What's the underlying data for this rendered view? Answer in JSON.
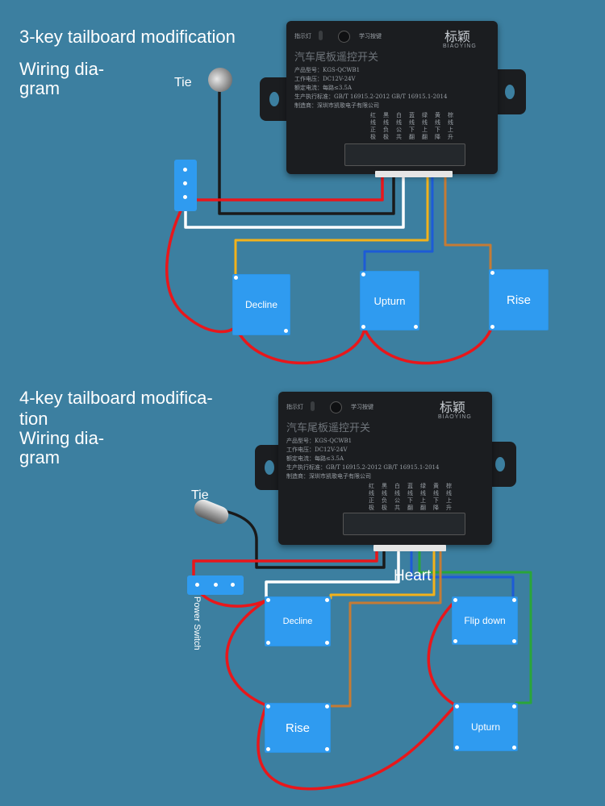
{
  "diagram1": {
    "title": "3-key tailboard modification",
    "subtitle_line1": "Wiring dia-",
    "subtitle_line2": "gram",
    "tie_label": "Tie",
    "keys": {
      "decline": "Decline",
      "upturn": "Upturn",
      "rise": "Rise"
    }
  },
  "diagram2": {
    "title_line1": "4-key tailboard modifica-",
    "title_line2": "tion",
    "subtitle_line1": "Wiring dia-",
    "subtitle_line2": "gram",
    "tie_label": "Tie",
    "heart_label": "Heart",
    "power_switch_label": "Power Switch",
    "keys": {
      "decline": "Decline",
      "flip_down": "Flip down",
      "rise": "Rise",
      "upturn": "Upturn"
    }
  },
  "module": {
    "indicator_label": "指示灯",
    "learn_label": "学习按键",
    "brand_cn": "标颖",
    "brand_en": "BIAOYING",
    "product_name": "汽车尾板遥控开关",
    "model": "产品型号：KGS-QCWB1",
    "voltage": "工作电压：DC12V-24V",
    "current": "额定电流：每路≤3.5A",
    "standard": "生产执行标准：GB/T 16915.2-2012   GB/T 16915.1-2014",
    "maker": "制造商：深圳市凯歌电子有限公司",
    "wire_legend": [
      [
        "红",
        "黑",
        "白",
        "蓝",
        "绿",
        "黄",
        "棕"
      ],
      [
        "线",
        "线",
        "线",
        "线",
        "线",
        "线",
        "线"
      ],
      [
        "正",
        "负",
        "公",
        "下",
        "上",
        "下",
        "上"
      ],
      [
        "极",
        "极",
        "共",
        "翻",
        "翻",
        "降",
        "升"
      ]
    ]
  },
  "colors": {
    "background": "#3c7fa0",
    "key": "#2f9bf0",
    "wire_red": "#e8171b",
    "wire_black": "#1a1a1a",
    "wire_white": "#ffffff",
    "wire_blue": "#1d5bd6",
    "wire_yellow": "#f2b21b",
    "wire_brown": "#c57b35",
    "wire_green": "#2aa53a"
  }
}
